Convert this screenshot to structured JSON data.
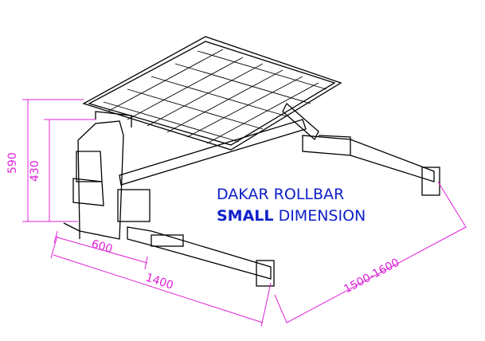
{
  "title": {
    "line1": "DAKAR ROLLBAR",
    "line2_bold": "SMALL",
    "line2_rest": "DIMENSION"
  },
  "dimensions": {
    "height_total": "590",
    "height_inner": "430",
    "depth": "600",
    "length": "1400",
    "width": "1500-1600"
  },
  "colors": {
    "dimension": "#e020d8",
    "title": "#1020c8",
    "line": "#000000"
  }
}
